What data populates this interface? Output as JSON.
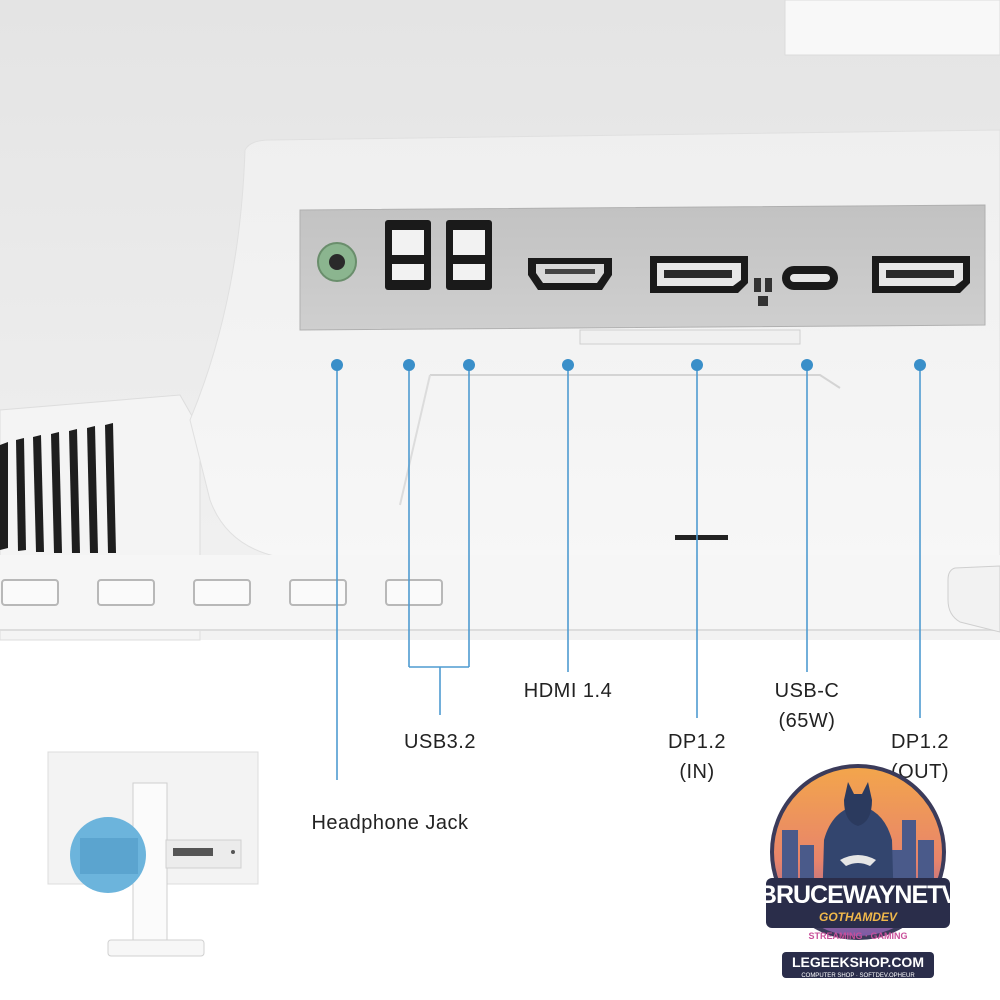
{
  "ports": [
    {
      "name": "Headphone Jack"
    },
    {
      "name": "USB3.2"
    },
    {
      "name": "HDMI 1.4"
    },
    {
      "name": "DP1.2",
      "detail": "(IN)"
    },
    {
      "name": "USB-C",
      "detail": "(65W)"
    },
    {
      "name": "DP1.2",
      "detail": "(OUT)"
    }
  ],
  "watermark": {
    "title": "BRUCEWAYNETV",
    "subtitle": "GOTHAMDEV",
    "tagline": "STREAMING · GAMING",
    "site": "LEGEEKSHOP.COM",
    "footer": "COMPUTER SHOP · SOFTDEV.OPHEUR"
  },
  "colors": {
    "accent": "#3a8fc9",
    "highlight": "#6cb4dc",
    "bezel": "#eeeeee",
    "port_panel": "#c9c9c9"
  }
}
